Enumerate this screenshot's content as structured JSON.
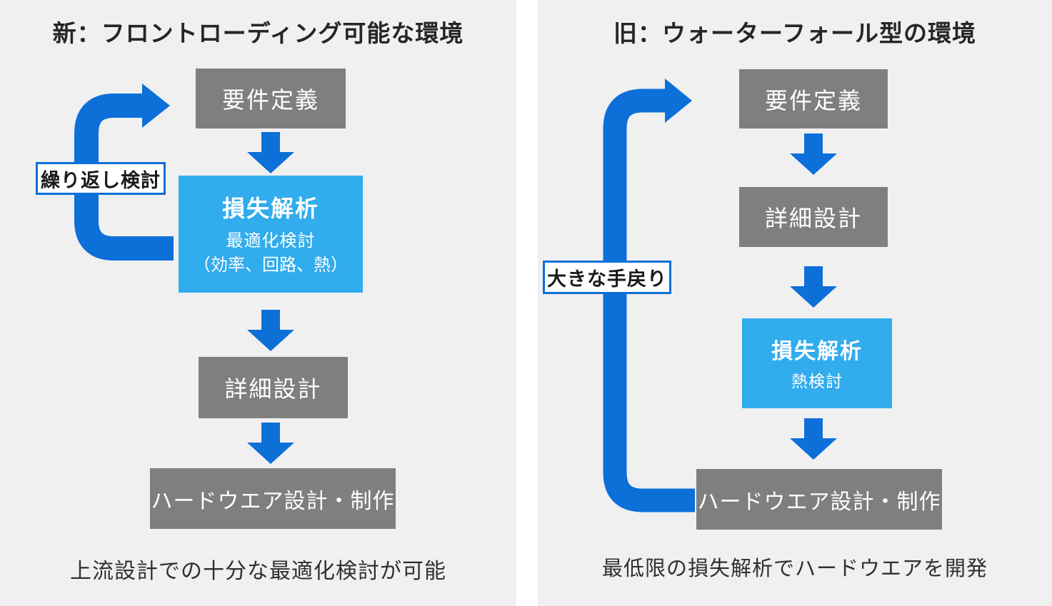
{
  "colors": {
    "panel_bg": "#f0f0f1",
    "gap_bg": "#ffffff",
    "gray_box": "#7f7f7f",
    "blue_box": "#31aced",
    "arrow_blue": "#0d6fd8",
    "title_text": "#262626",
    "caption_text": "#303030",
    "box_text": "#ffffff",
    "loop_label_border": "#0d6fd8",
    "loop_label_text": "#1a1a1a"
  },
  "new_panel": {
    "title": "新：フロントローディング可能な環境",
    "loop_label": "繰り返し検討",
    "caption": "上流設計での十分な最適化検討が可能",
    "steps": [
      {
        "label": "要件定義"
      },
      {
        "label": "損失解析",
        "sublabel_line1": "最適化検討",
        "sublabel_line2": "（効率、回路、熱）"
      },
      {
        "label": "詳細設計"
      },
      {
        "label": "ハードウエア設計・制作"
      }
    ]
  },
  "old_panel": {
    "title": "旧：ウォーターフォール型の環境",
    "loop_label": "大きな手戻り",
    "caption": "最低限の損失解析でハードウエアを開発",
    "steps": [
      {
        "label": "要件定義"
      },
      {
        "label": "詳細設計"
      },
      {
        "label": "損失解析",
        "sublabel_line1": "熱検討"
      },
      {
        "label": "ハードウエア設計・制作"
      }
    ]
  }
}
